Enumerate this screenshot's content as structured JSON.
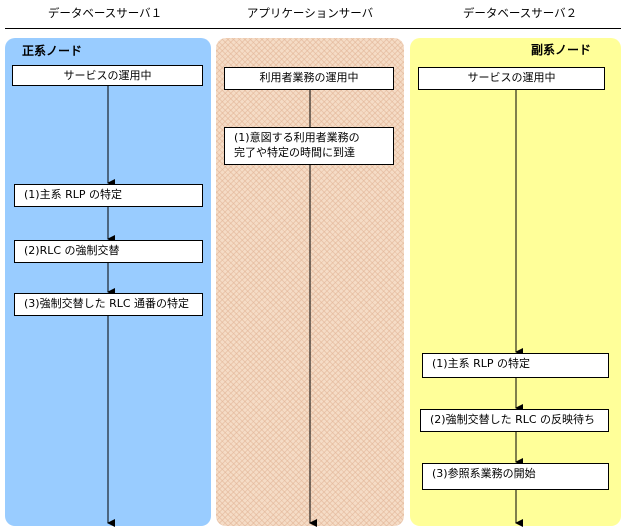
{
  "headers": {
    "db_server_1": "データベースサーバ１",
    "app_server": "アプリケーションサーバ",
    "db_server_2": "データベースサーバ２"
  },
  "lanes": {
    "primary_label": "正系ノード",
    "secondary_label": "副系ノード"
  },
  "primary_steps": {
    "start": "サービスの運用中",
    "step1": "(1)主系 RLP の特定",
    "step2": "(2)RLC の強制交替",
    "step3": "(3)強制交替した RLC 通番の特定"
  },
  "app_steps": {
    "start": "利用者業務の運用中",
    "step1_line1": "(1)意図する利用者業務の",
    "step1_line2": "完了や特定の時間に到達"
  },
  "secondary_steps": {
    "start": "サービスの運用中",
    "step1": "(1)主系 RLP の特定",
    "step2": "(2)強制交替した RLC の反映待ち",
    "step3": "(3)参照系業務の開始"
  },
  "colors": {
    "primary_lane": "#99ccff",
    "app_lane": "#f5dcc6",
    "secondary_lane": "#ffff99"
  }
}
